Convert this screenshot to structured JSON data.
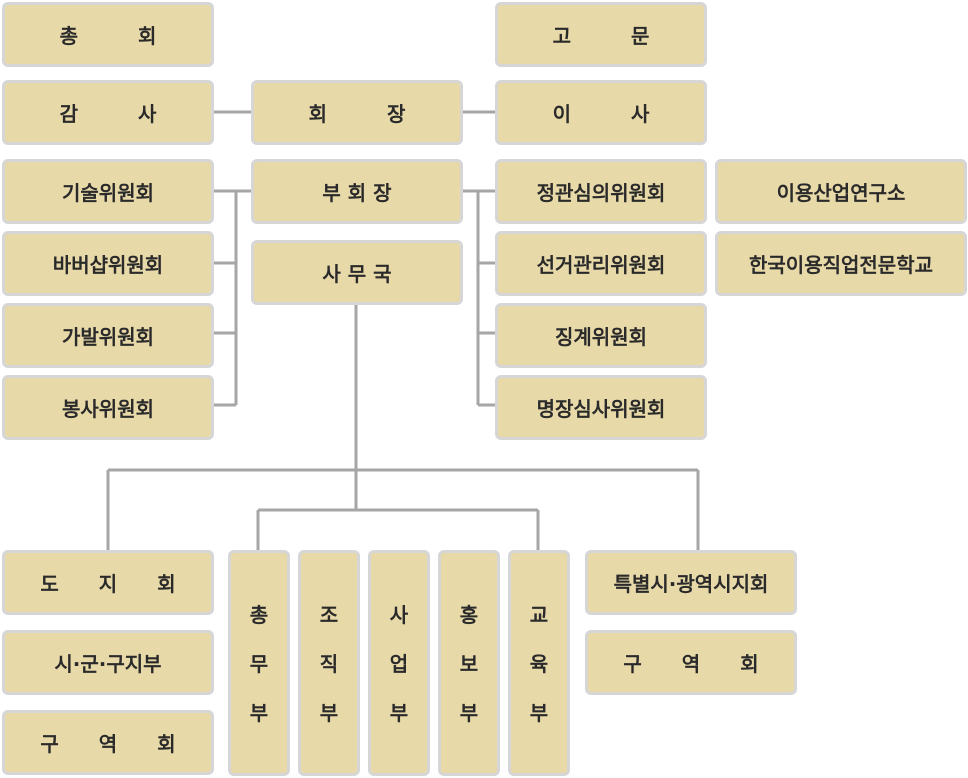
{
  "top_row": {
    "general_assembly": "총　　　회",
    "advisor": "고　　　문",
    "auditor": "감　　　사",
    "president": "회　　　장",
    "director": "이　　　사",
    "vice_president": "부 회 장",
    "secretariat": "사 무 국"
  },
  "left_committees": [
    "기술위원회",
    "바버샵위원회",
    "가발위원회",
    "봉사위원회"
  ],
  "right_committees": [
    "정관심의위원회",
    "선거관리위원회",
    "징계위원회",
    "명장심사위원회"
  ],
  "institutes": [
    "이용산업연구소",
    "한국이용직업전문학교"
  ],
  "regional_left": [
    "도　　지　　회",
    "시·군·구지부",
    "구　　역　　회"
  ],
  "departments": [
    [
      "총",
      "무",
      "부"
    ],
    [
      "조",
      "직",
      "부"
    ],
    [
      "사",
      "업",
      "부"
    ],
    [
      "홍",
      "보",
      "부"
    ],
    [
      "교",
      "육",
      "부"
    ]
  ],
  "regional_right": [
    "특별시·광역시지회",
    "구　　역　　회"
  ],
  "colors": {
    "box_fill": "#e8d9a9",
    "box_border": "#d6d6d6",
    "connector": "#a6a6a6",
    "text": "#2a2a2a"
  }
}
